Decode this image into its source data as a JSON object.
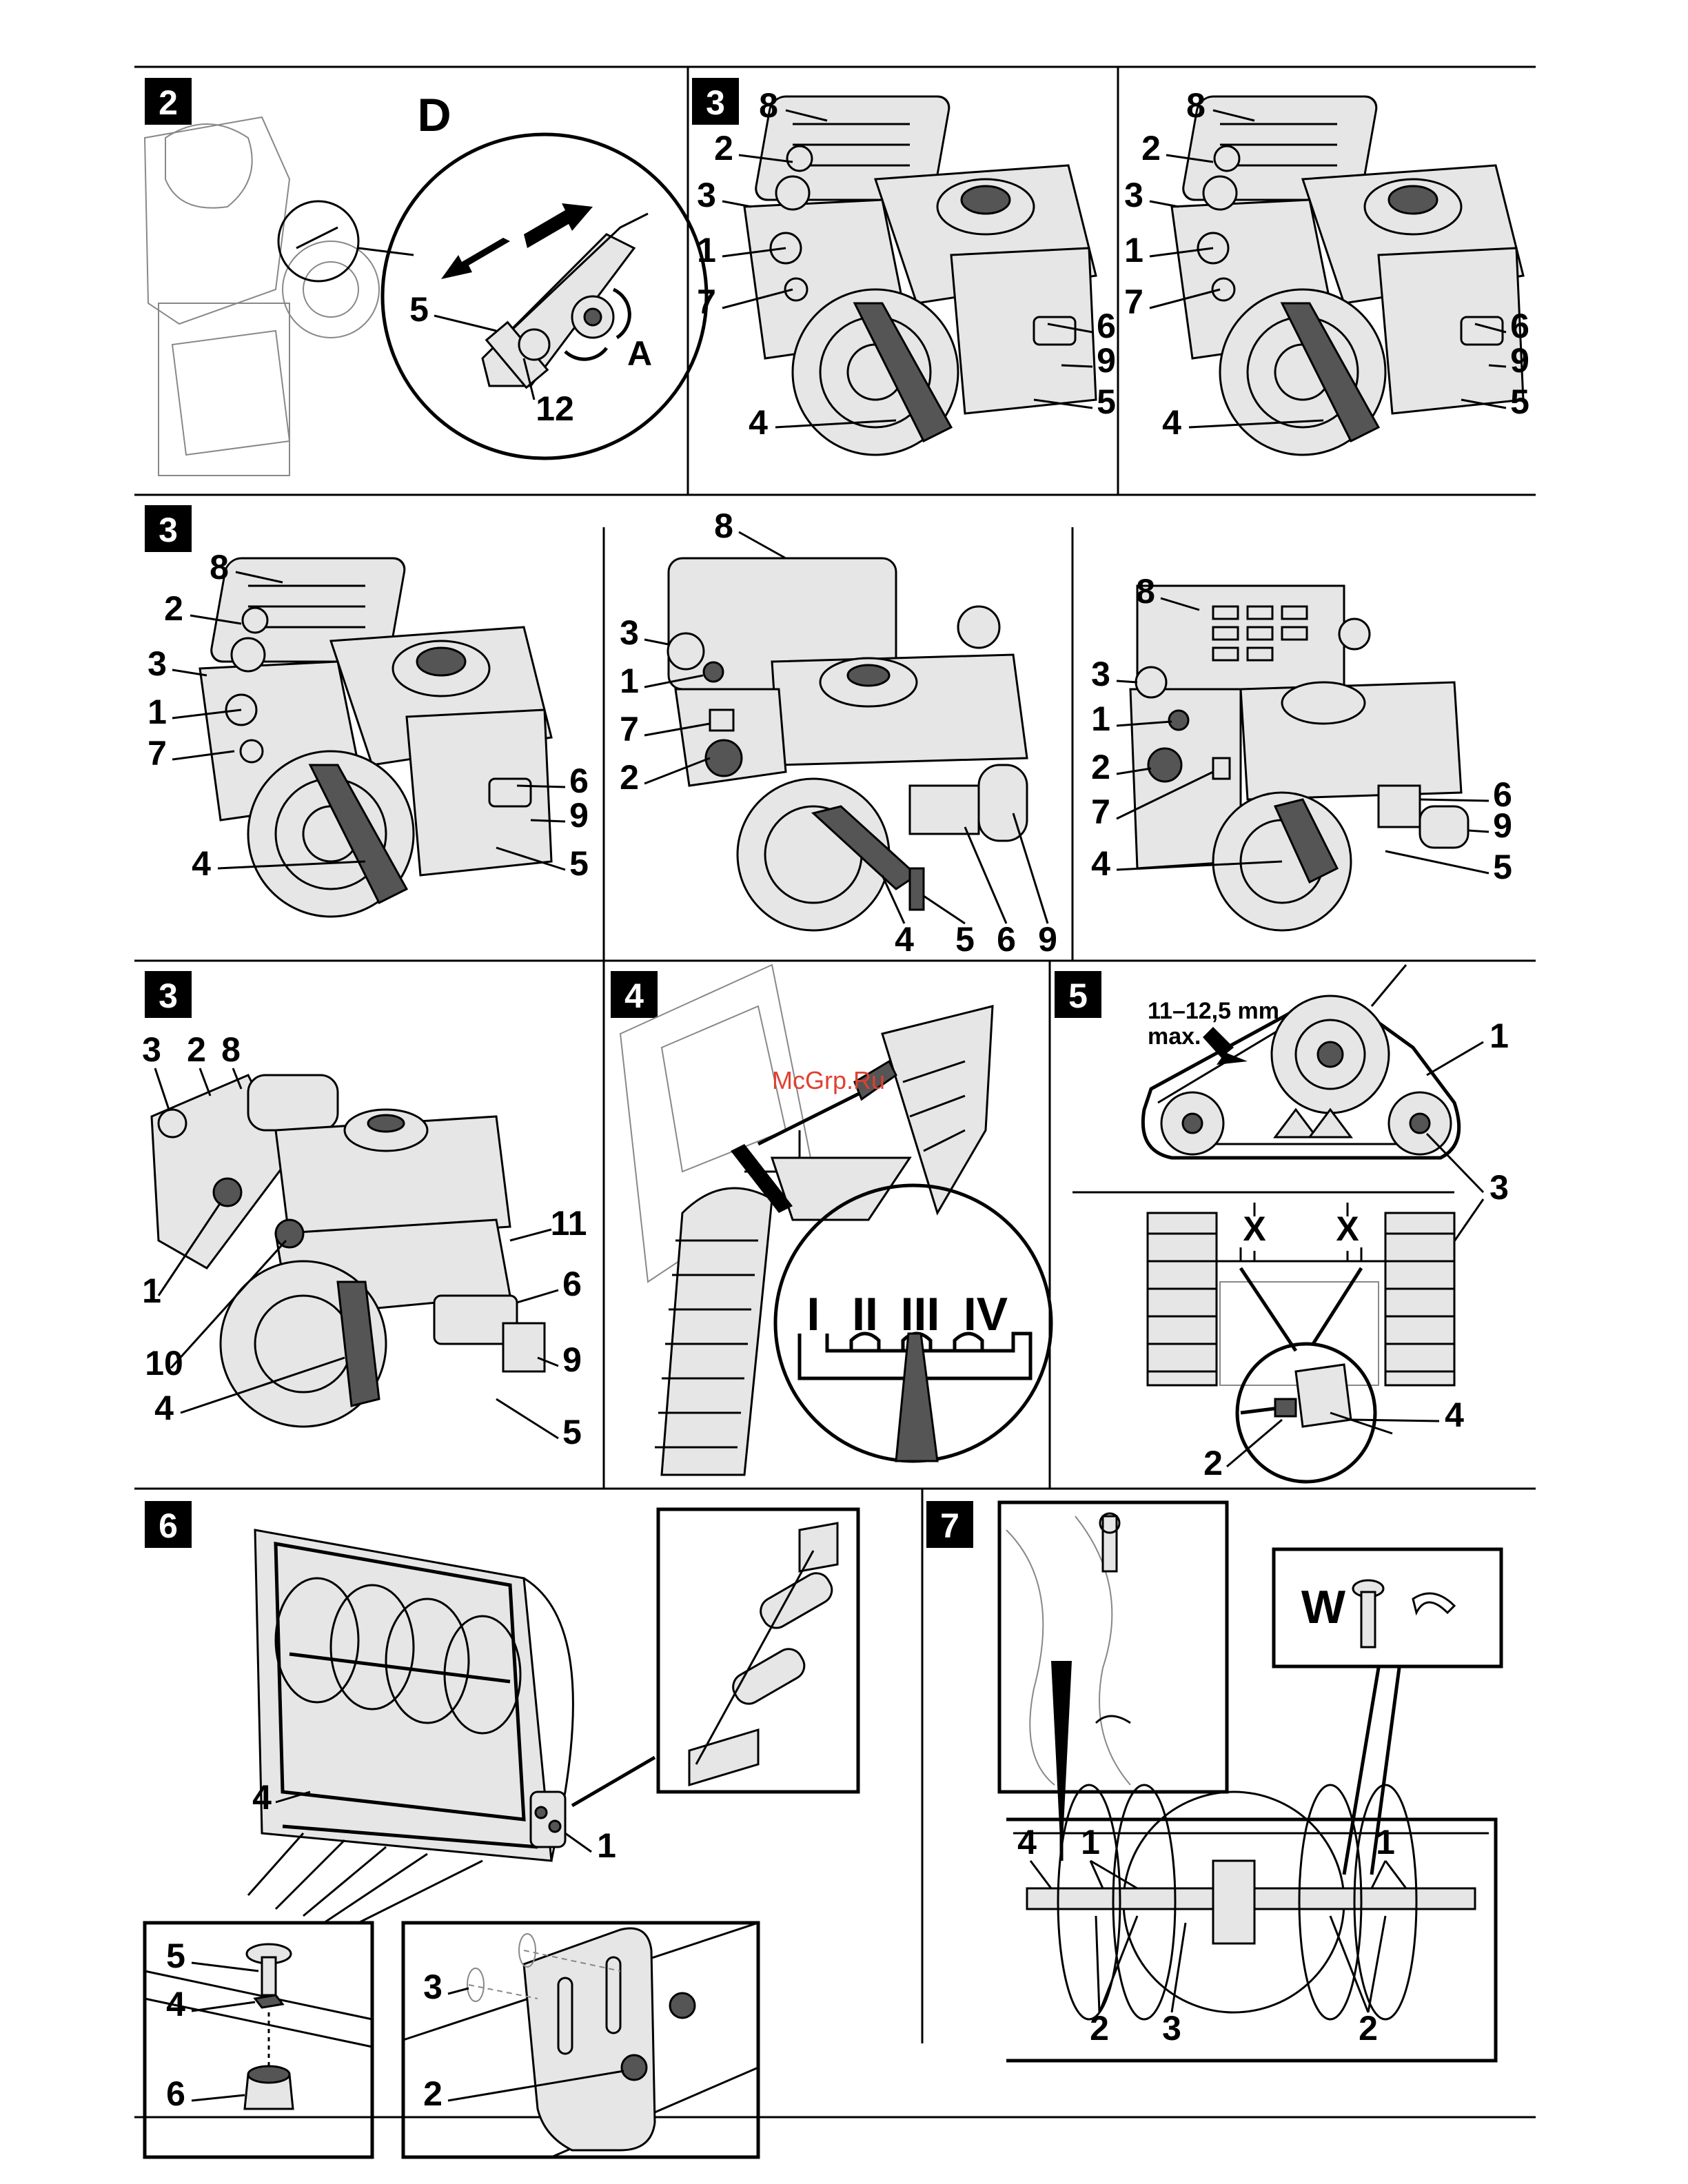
{
  "watermark": "McGrp.Ru",
  "panels": [
    {
      "id": "2",
      "callouts": [
        "D",
        "5",
        "A",
        "12"
      ]
    },
    {
      "id": "3",
      "callouts": [
        "8",
        "2",
        "3",
        "1",
        "7",
        "6",
        "9",
        "5",
        "4"
      ]
    },
    {
      "id": "3",
      "callouts": [
        "8",
        "2",
        "3",
        "1",
        "7",
        "6",
        "9",
        "5",
        "4"
      ]
    },
    {
      "id": "3",
      "callouts": [
        "8",
        "2",
        "3",
        "1",
        "7",
        "6",
        "9",
        "5",
        "4"
      ]
    },
    {
      "id": "3",
      "callouts": [
        "8",
        "3",
        "1",
        "7",
        "2",
        "4",
        "5",
        "6",
        "9"
      ]
    },
    {
      "id": "3",
      "callouts": [
        "8",
        "3",
        "1",
        "2",
        "7",
        "6",
        "9",
        "4",
        "5"
      ]
    },
    {
      "id": "3",
      "callouts": [
        "3",
        "2",
        "8",
        "11",
        "6",
        "1",
        "10",
        "9",
        "4",
        "5"
      ]
    },
    {
      "id": "4",
      "callouts": [
        "I",
        "II",
        "III",
        "IV"
      ]
    },
    {
      "id": "5",
      "callouts": [
        "11–12,5 mm",
        "max.",
        "1",
        "3",
        "X",
        "X",
        "4",
        "2"
      ]
    },
    {
      "id": "6",
      "callouts": [
        "4",
        "1",
        "5",
        "4",
        "6",
        "3",
        "2"
      ]
    },
    {
      "id": "7",
      "callouts": [
        "W",
        "4",
        "1",
        "1",
        "2",
        "3",
        "2"
      ]
    }
  ]
}
